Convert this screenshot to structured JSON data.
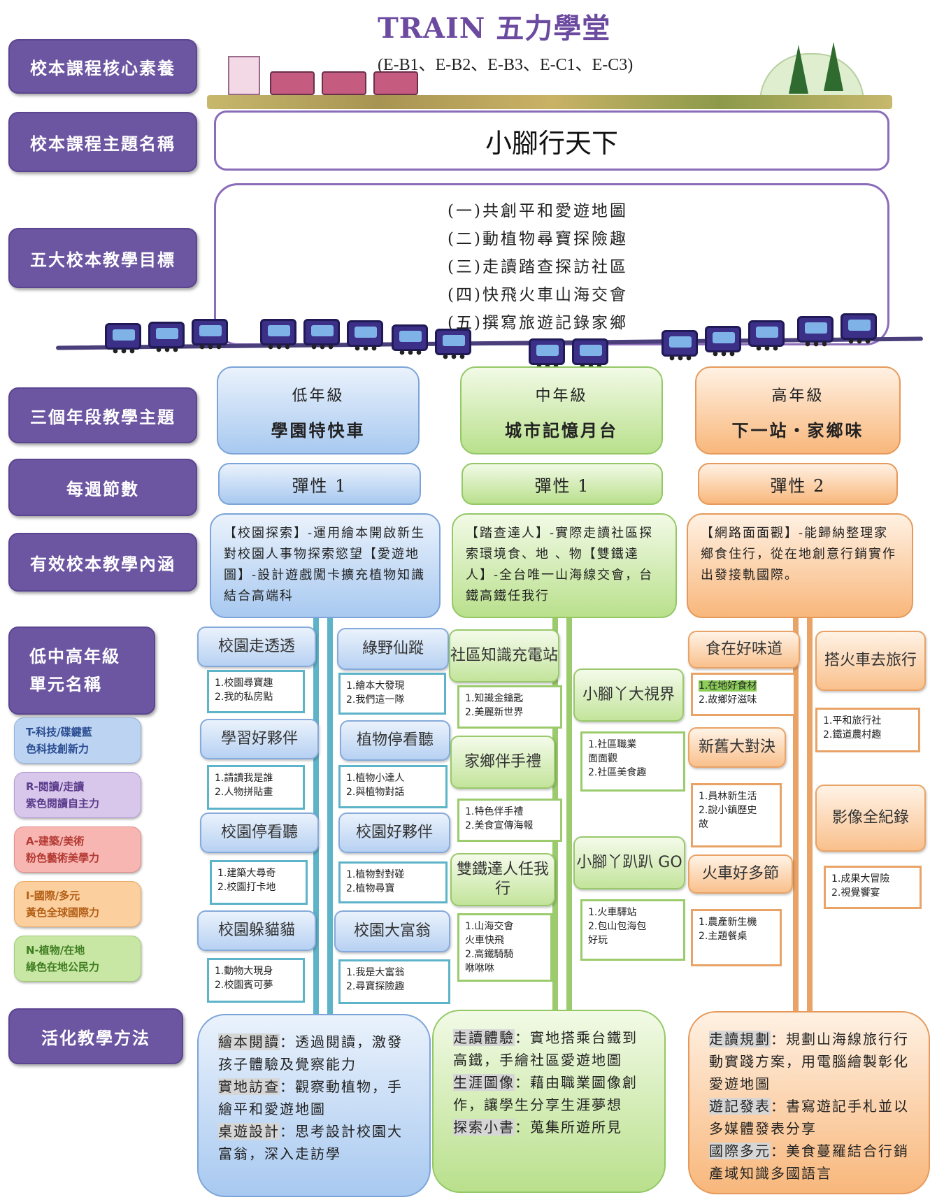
{
  "header": {
    "title": "TRAIN  五力學堂",
    "competencies": "(E-B1、E-B2、E-B3、E-C1、E-C3)"
  },
  "labels": {
    "core": "校本課程核心素養",
    "theme_name": "校本課程主題名稱",
    "goals": "五大校本教學目標",
    "grade_themes": "三個年段教學主題",
    "weekly": "每週節數",
    "content": "有效校本教學內涵",
    "units_line1": "低中高年級",
    "units_line2": "單元名稱",
    "methods": "活化教學方法"
  },
  "legend": [
    {
      "line1": "T-科技/碟鍵藍",
      "line2": "色科技創新力"
    },
    {
      "line1": "R-閱讀/走讀",
      "line2": "紫色閱讀自主力"
    },
    {
      "line1": "A-建築/美術",
      "line2": "粉色藝術美學力"
    },
    {
      "line1": "I-國際/多元",
      "line2": "黃色全球國際力"
    },
    {
      "line1": "N-植物/在地",
      "line2": "綠色在地公民力"
    }
  ],
  "theme": "小腳行天下",
  "goals": [
    "(一)共創平和愛遊地圖",
    "(二)動植物尋寶探險趣",
    "(三)走讀踏查探訪社區",
    "(四)快飛火車山海交會",
    "(五)撰寫旅遊記錄家鄉"
  ],
  "grades": [
    {
      "level": "低年級",
      "theme": "學園特快車",
      "period": "彈性 1",
      "content": "【校園探索】-運用繪本開啟新生對校園人事物探索慾望【愛遊地圖】-設計遊戲闖卡擴充植物知識結合高端科"
    },
    {
      "level": "中年級",
      "theme": "城市記憶月台",
      "period": "彈性 1",
      "content": "【踏查達人】-實際走讀社區探索環境食、地 、物【雙鐵達人】-全台唯一山海線交會，台鐵高鐵任我行"
    },
    {
      "level": "高年級",
      "theme": "下一站・家鄉味",
      "period": "彈性 2",
      "content": "【網路面面觀】-能歸納整理家鄉食住行，從在地創意行銷實作出發接軌國際。"
    }
  ],
  "units": {
    "low_a": [
      {
        "name": "校園走透透",
        "items": [
          "1.校園尋寶趣",
          "2.我的私房點"
        ]
      },
      {
        "name": "學習好夥伴",
        "items": [
          "1.請讀我是誰",
          "2.人物拼貼畫"
        ]
      },
      {
        "name": "校園停看聽",
        "items": [
          "1.建築大尋奇",
          "2.校園打卡地"
        ]
      },
      {
        "name": "校園躲貓貓",
        "items": [
          "1.動物大現身",
          "2.校園賓可夢"
        ]
      }
    ],
    "low_b": [
      {
        "name": "綠野仙蹤",
        "items": [
          "1.繪本大發現",
          "2.我們這一隊"
        ]
      },
      {
        "name": "植物停看聽",
        "items": [
          "1.植物小達人",
          "2.與植物對話"
        ]
      },
      {
        "name": "校園好夥伴",
        "items": [
          "1.植物對對碰",
          "2.植物尋寶"
        ]
      },
      {
        "name": "校園大富翁",
        "items": [
          "1.我是大富翁",
          "2.尋寶探險趣"
        ]
      }
    ],
    "mid_a": [
      {
        "name": "社區知識充電站",
        "items": [
          "1.知識金鑰匙",
          "2.美麗新世界"
        ]
      },
      {
        "name": "家鄉伴手禮",
        "items": [
          "1.特色伴手禮",
          "2.美食宣傳海報"
        ]
      },
      {
        "name": "雙鐵達人任我行",
        "items": [
          "1.山海交會",
          "火車快飛",
          "2.高鐵騎騎",
          "咻咻咻"
        ]
      }
    ],
    "mid_b": [
      {
        "name": "小腳丫大視界",
        "items": [
          "1.社區職業",
          "面面觀",
          "2.社區美食趣"
        ]
      },
      {
        "name": "小腳丫趴趴 GO",
        "items": [
          "1.火車驛站",
          "2.包山包海包",
          "好玩"
        ]
      }
    ],
    "high_a": [
      {
        "name": "食在好味道",
        "items": [
          "1.在地好食材",
          "2.故鄉好滋味"
        ]
      },
      {
        "name": "新舊大對決",
        "items": [
          "1.員林新生活",
          "2.說小鎮歷史",
          "故"
        ]
      },
      {
        "name": "火車好多節",
        "items": [
          "1.農產新生機",
          "2.主題餐桌"
        ]
      }
    ],
    "high_b": [
      {
        "name": "搭火車去旅行",
        "items": [
          "1.平和旅行社",
          "2.鐵道農村趣"
        ]
      },
      {
        "name": "影像全紀錄",
        "items": [
          "1.成果大冒險",
          "2.視覺饗宴"
        ]
      }
    ]
  },
  "methods": [
    [
      {
        "kw": "繪本閱讀",
        "text": "：透過閱讀，激發孩子體驗及覺察能力"
      },
      {
        "kw": "實地訪查",
        "text": "：觀察動植物，手繪平和愛遊地圖"
      },
      {
        "kw": "桌遊設計",
        "text": "：思考設計校園大富翁，深入走訪學"
      }
    ],
    [
      {
        "kw": "走讀體驗",
        "text": "：實地搭乘台鐵到高鐵，手繪社區愛遊地圖"
      },
      {
        "kw": "生涯圖像",
        "text": "：藉由職業圖像創作，讓學生分享生涯夢想"
      },
      {
        "kw": "探索小書",
        "text": "：蒐集所遊所見"
      }
    ],
    [
      {
        "kw": "走讀規劃",
        "text": "：規劃山海線旅行行動實踐方案，用電腦繪製彰化愛遊地圖"
      },
      {
        "kw": "遊記發表",
        "text": "：書寫遊記手札並以多媒體發表分享"
      },
      {
        "kw": "國際多元",
        "text": "：美食蔓羅結合行銷產域知識多國語言"
      }
    ]
  ]
}
